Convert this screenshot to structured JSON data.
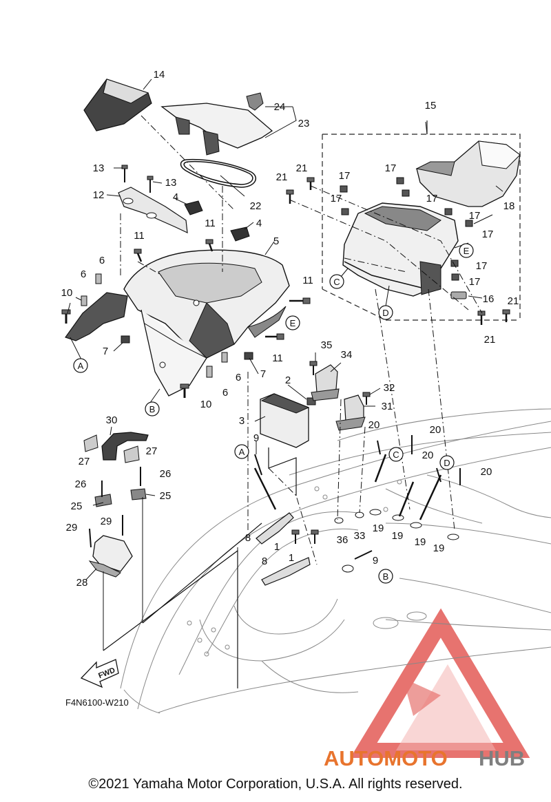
{
  "diagram_code": "F4N6100-W210",
  "copyright": "©2021 Yamaha Motor Corporation, U.S.A. All rights reserved.",
  "watermark": {
    "part1": "AUTOMOTO",
    "part2": "HUB",
    "color_primary": "#e8742e",
    "color_secondary": "#7f7f7f",
    "triangle_color": "#e35b57"
  },
  "fwd_label": "FWD",
  "callouts": [
    {
      "id": "c14",
      "text": "14"
    },
    {
      "id": "c24",
      "text": "24"
    },
    {
      "id": "c23",
      "text": "23"
    },
    {
      "id": "c15",
      "text": "15"
    },
    {
      "id": "c22",
      "text": "22"
    },
    {
      "id": "c13a",
      "text": "13"
    },
    {
      "id": "c13b",
      "text": "13"
    },
    {
      "id": "c12",
      "text": "12"
    },
    {
      "id": "c4a",
      "text": "4"
    },
    {
      "id": "c4b",
      "text": "4"
    },
    {
      "id": "c11a",
      "text": "11"
    },
    {
      "id": "c11b",
      "text": "11"
    },
    {
      "id": "c11c",
      "text": "11"
    },
    {
      "id": "c11d",
      "text": "11"
    },
    {
      "id": "c5",
      "text": "5"
    },
    {
      "id": "c6a",
      "text": "6"
    },
    {
      "id": "c6b",
      "text": "6"
    },
    {
      "id": "c6c",
      "text": "6"
    },
    {
      "id": "c6d",
      "text": "6"
    },
    {
      "id": "c10a",
      "text": "10"
    },
    {
      "id": "c10b",
      "text": "10"
    },
    {
      "id": "c7a",
      "text": "7"
    },
    {
      "id": "c7b",
      "text": "7"
    },
    {
      "id": "c21a",
      "text": "21"
    },
    {
      "id": "c21b",
      "text": "21"
    },
    {
      "id": "c21c",
      "text": "21"
    },
    {
      "id": "c21d",
      "text": "21"
    },
    {
      "id": "c17a",
      "text": "17"
    },
    {
      "id": "c17b",
      "text": "17"
    },
    {
      "id": "c17c",
      "text": "17"
    },
    {
      "id": "c17d",
      "text": "17"
    },
    {
      "id": "c17e",
      "text": "17"
    },
    {
      "id": "c17f",
      "text": "17"
    },
    {
      "id": "c17g",
      "text": "17"
    },
    {
      "id": "c17h",
      "text": "17"
    },
    {
      "id": "c18",
      "text": "18"
    },
    {
      "id": "c16",
      "text": "16"
    },
    {
      "id": "c35",
      "text": "35"
    },
    {
      "id": "c34",
      "text": "34"
    },
    {
      "id": "c2",
      "text": "2"
    },
    {
      "id": "c3",
      "text": "3"
    },
    {
      "id": "c32",
      "text": "32"
    },
    {
      "id": "c31",
      "text": "31"
    },
    {
      "id": "c30",
      "text": "30"
    },
    {
      "id": "c27a",
      "text": "27"
    },
    {
      "id": "c27b",
      "text": "27"
    },
    {
      "id": "c26a",
      "text": "26"
    },
    {
      "id": "c26b",
      "text": "26"
    },
    {
      "id": "c25a",
      "text": "25"
    },
    {
      "id": "c25b",
      "text": "25"
    },
    {
      "id": "c29a",
      "text": "29"
    },
    {
      "id": "c29b",
      "text": "29"
    },
    {
      "id": "c28",
      "text": "28"
    },
    {
      "id": "c9a",
      "text": "9"
    },
    {
      "id": "c9b",
      "text": "9"
    },
    {
      "id": "c8a",
      "text": "8"
    },
    {
      "id": "c8b",
      "text": "8"
    },
    {
      "id": "c1a",
      "text": "1"
    },
    {
      "id": "c1b",
      "text": "1"
    },
    {
      "id": "c36",
      "text": "36"
    },
    {
      "id": "c33",
      "text": "33"
    },
    {
      "id": "c20a",
      "text": "20"
    },
    {
      "id": "c20b",
      "text": "20"
    },
    {
      "id": "c20c",
      "text": "20"
    },
    {
      "id": "c20d",
      "text": "20"
    },
    {
      "id": "c19a",
      "text": "19"
    },
    {
      "id": "c19b",
      "text": "19"
    },
    {
      "id": "c19c",
      "text": "19"
    },
    {
      "id": "c19d",
      "text": "19"
    }
  ],
  "ref_circles": [
    {
      "id": "rA1",
      "text": "A"
    },
    {
      "id": "rB1",
      "text": "B"
    },
    {
      "id": "rC1",
      "text": "C"
    },
    {
      "id": "rD1",
      "text": "D"
    },
    {
      "id": "rE1",
      "text": "E"
    },
    {
      "id": "rE2",
      "text": "E"
    },
    {
      "id": "rA2",
      "text": "A"
    },
    {
      "id": "rC2",
      "text": "C"
    },
    {
      "id": "rD2",
      "text": "D"
    },
    {
      "id": "rB2",
      "text": "B"
    }
  ]
}
